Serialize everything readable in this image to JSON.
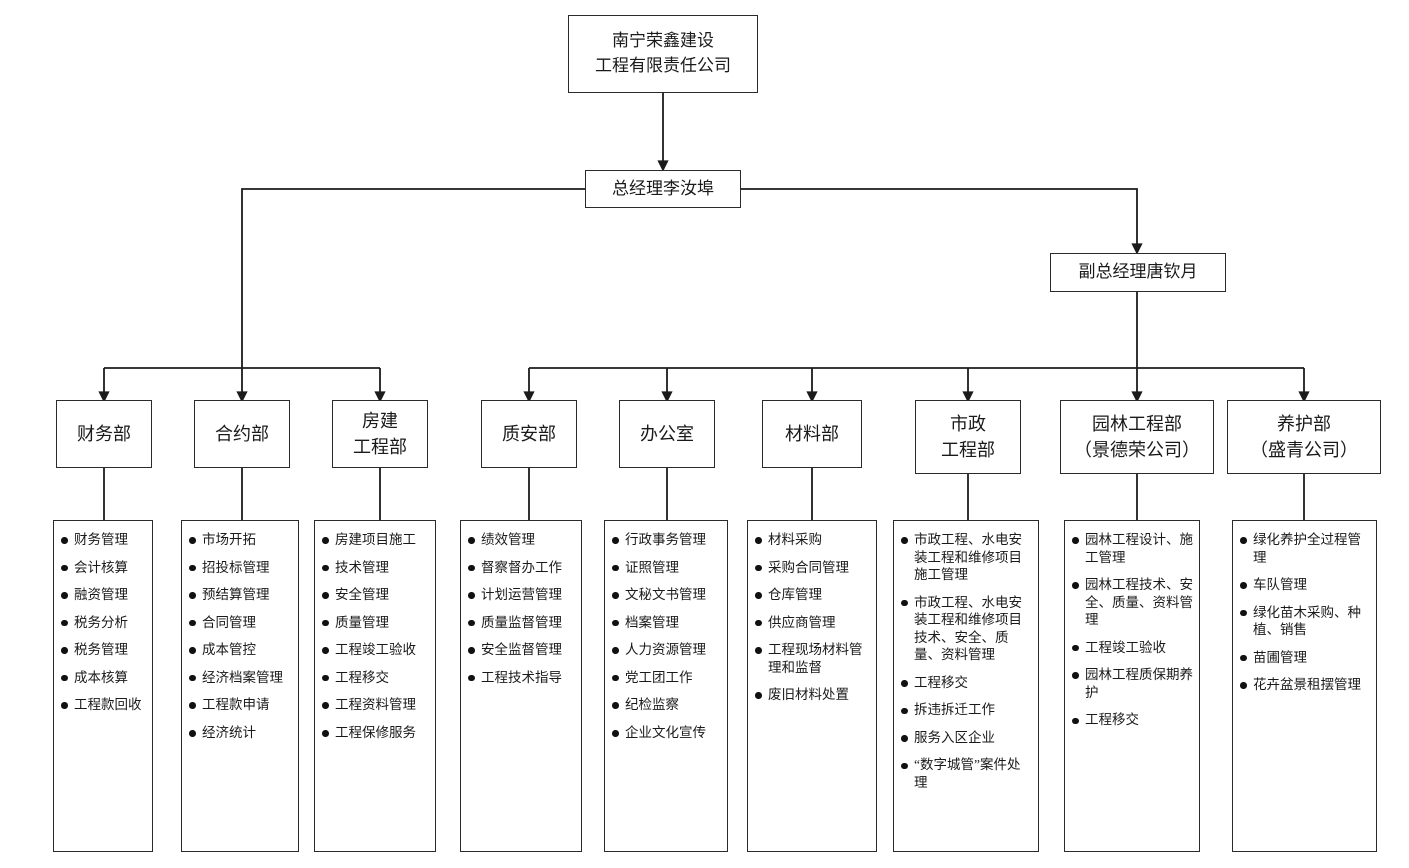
{
  "chart_data": {
    "type": "diagram",
    "title": "南宁荣鑫建设工程有限责任公司组织架构图",
    "orientation": "top-down",
    "levels": [
      "company",
      "general-manager",
      "deputy-general-manager",
      "department",
      "duty-list"
    ]
  },
  "root": {
    "line1": "南宁荣鑫建设",
    "line2": "工程有限责任公司"
  },
  "general_manager": {
    "label": "总经理李汝埠"
  },
  "deputy_general_manager": {
    "label": "副总经理唐钦月"
  },
  "departments": [
    {
      "id": "finance",
      "title_lines": [
        "财务部"
      ],
      "duties": [
        "财务管理",
        "会计核算",
        "融资管理",
        "税务分析",
        "税务管理",
        "成本核算",
        "工程款回收"
      ]
    },
    {
      "id": "contract",
      "title_lines": [
        "合约部"
      ],
      "duties": [
        "市场开拓",
        "招投标管理",
        "预结算管理",
        "合同管理",
        "成本管控",
        "经济档案管理",
        "工程款申请",
        "经济统计"
      ]
    },
    {
      "id": "housing-engineering",
      "title_lines": [
        "房建",
        "工程部"
      ],
      "duties": [
        "房建项目施工",
        "技术管理",
        "安全管理",
        "质量管理",
        "工程竣工验收",
        "工程移交",
        "工程资料管理",
        "工程保修服务"
      ]
    },
    {
      "id": "quality-safety",
      "title_lines": [
        "质安部"
      ],
      "duties": [
        "绩效管理",
        "督察督办工作",
        "计划运营管理",
        "质量监督管理",
        "安全监督管理",
        "工程技术指导"
      ]
    },
    {
      "id": "office",
      "title_lines": [
        "办公室"
      ],
      "duties": [
        "行政事务管理",
        "证照管理",
        "文秘文书管理",
        "档案管理",
        "人力资源管理",
        "党工团工作",
        "纪检监察",
        "企业文化宣传"
      ]
    },
    {
      "id": "material",
      "title_lines": [
        "材料部"
      ],
      "duties": [
        "材料采购",
        "采购合同管理",
        "仓库管理",
        "供应商管理",
        "工程现场材料管理和监督",
        "废旧材料处置"
      ]
    },
    {
      "id": "municipal-engineering",
      "title_lines": [
        "市政",
        "工程部"
      ],
      "duties": [
        "市政工程、水电安装工程和维修项目施工管理",
        "市政工程、水电安装工程和维修项目技术、安全、质量、资料管理",
        "工程移交",
        "拆违拆迁工作",
        "服务入区企业",
        "“数字城管”案件处理"
      ]
    },
    {
      "id": "landscape-engineering",
      "title_lines": [
        "园林工程部",
        "（景德荣公司）"
      ],
      "duties": [
        "园林工程设计、施工管理",
        "园林工程技术、安全、质量、资料管理",
        "工程竣工验收",
        "园林工程质保期养护",
        "工程移交"
      ]
    },
    {
      "id": "maintenance",
      "title_lines": [
        "养护部",
        "（盛青公司）"
      ],
      "duties": [
        "绿化养护全过程管理",
        "车队管理",
        "绿化苗木采购、种植、销售",
        "苗圃管理",
        "花卉盆景租摆管理"
      ]
    }
  ],
  "colors": {
    "line": "#2b2b2b",
    "text": "#1a1a1a",
    "background": "#ffffff"
  }
}
